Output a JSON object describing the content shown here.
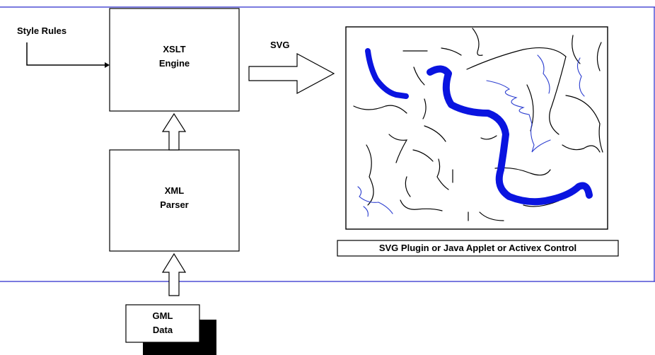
{
  "diagram": {
    "style_rules": "Style Rules",
    "xslt_line1": "XSLT",
    "xslt_line2": "Engine",
    "svg_label": "SVG",
    "xml_line1": "XML",
    "xml_line2": "Parser",
    "gml_line1": "GML",
    "gml_line2": "Data",
    "viewer_caption": "SVG Plugin or Java Applet or Activex Control"
  },
  "colors": {
    "frame_line": "#2a2acc",
    "river": "#0a14e0",
    "stream": "#2d3fd0",
    "line": "#000000"
  }
}
